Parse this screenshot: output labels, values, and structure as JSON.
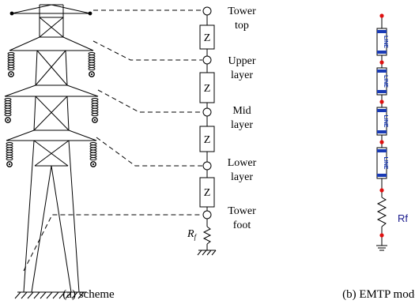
{
  "scheme": {
    "layers": [
      {
        "label_line1": "Tower",
        "label_line2": "top"
      },
      {
        "label_line1": "Upper",
        "label_line2": "layer"
      },
      {
        "label_line1": "Mid",
        "label_line2": "layer"
      },
      {
        "label_line1": "Lower",
        "label_line2": "layer"
      },
      {
        "label_line1": "Tower",
        "label_line2": "foot"
      }
    ],
    "impedance_label": "Z",
    "footing_resistance": {
      "symbol": "R",
      "subscript": "f"
    },
    "caption": "(a) scheme"
  },
  "emtp": {
    "line_block_text": "LINE",
    "line_block_count": 4,
    "resistor_label": "Rf",
    "caption": "(b) EMTP mode",
    "colors": {
      "node": "#e01010",
      "line_text": "#1a3bb5",
      "resistor_label": "#1a1a8c"
    }
  }
}
